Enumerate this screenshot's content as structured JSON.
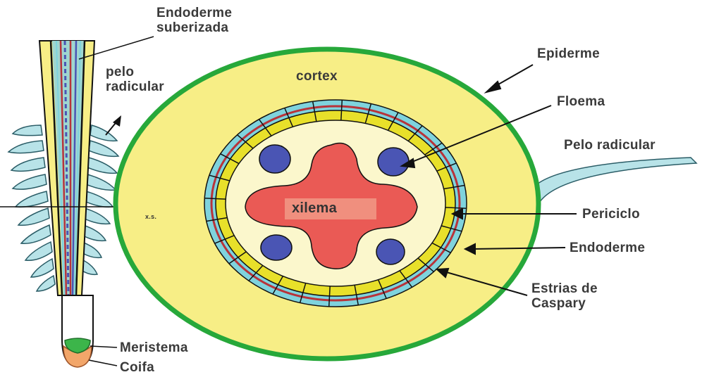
{
  "labels": {
    "endoderme_suberizada": "Endoderme\nsuberizada",
    "pelo_radicular_left": "pelo\nradicular",
    "xs": "x.s.",
    "meristema": "Meristema",
    "coifa": "Coifa",
    "cortex": "cortex",
    "xilema": "xilema",
    "epiderme": "Epiderme",
    "floema": "Floema",
    "pelo_radicular_right": "Pelo radicular",
    "periciclo": "Periciclo",
    "endoderme": "Endoderme",
    "estrias_de_caspary": "Estrias de\nCaspary"
  },
  "colors": {
    "epidermis": "#27a83a",
    "cortex": "#f7ee86",
    "endodermis_cells": "#e8e02a",
    "pericycle_band": "#7fd3dd",
    "caspary_strip": "#b8333a",
    "vascular_core": "#fbf7cc",
    "xylem": "#ea5a55",
    "xylem_label_bg": "#f08f7e",
    "phloem": "#4a55b4",
    "root_hair": "#b8e3e8",
    "meristem": "#3cb54a",
    "root_cap": "#f2a66a",
    "line": "#111111"
  }
}
